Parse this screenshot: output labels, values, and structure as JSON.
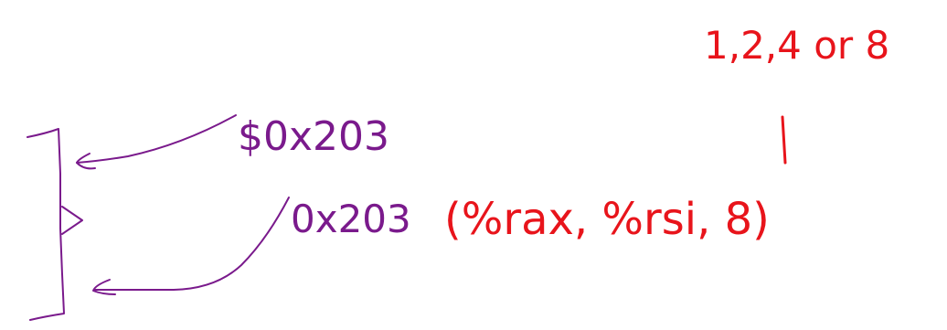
{
  "annotations": {
    "immediate": "$0x203",
    "memory_displacement": "0x203",
    "memory_operand": "(%rax, %rsi, 8)",
    "scale_choices": "1,2,4 or 8"
  },
  "colors": {
    "purple_ink": "#7a1a8c",
    "red_ink": "#e8141b"
  }
}
